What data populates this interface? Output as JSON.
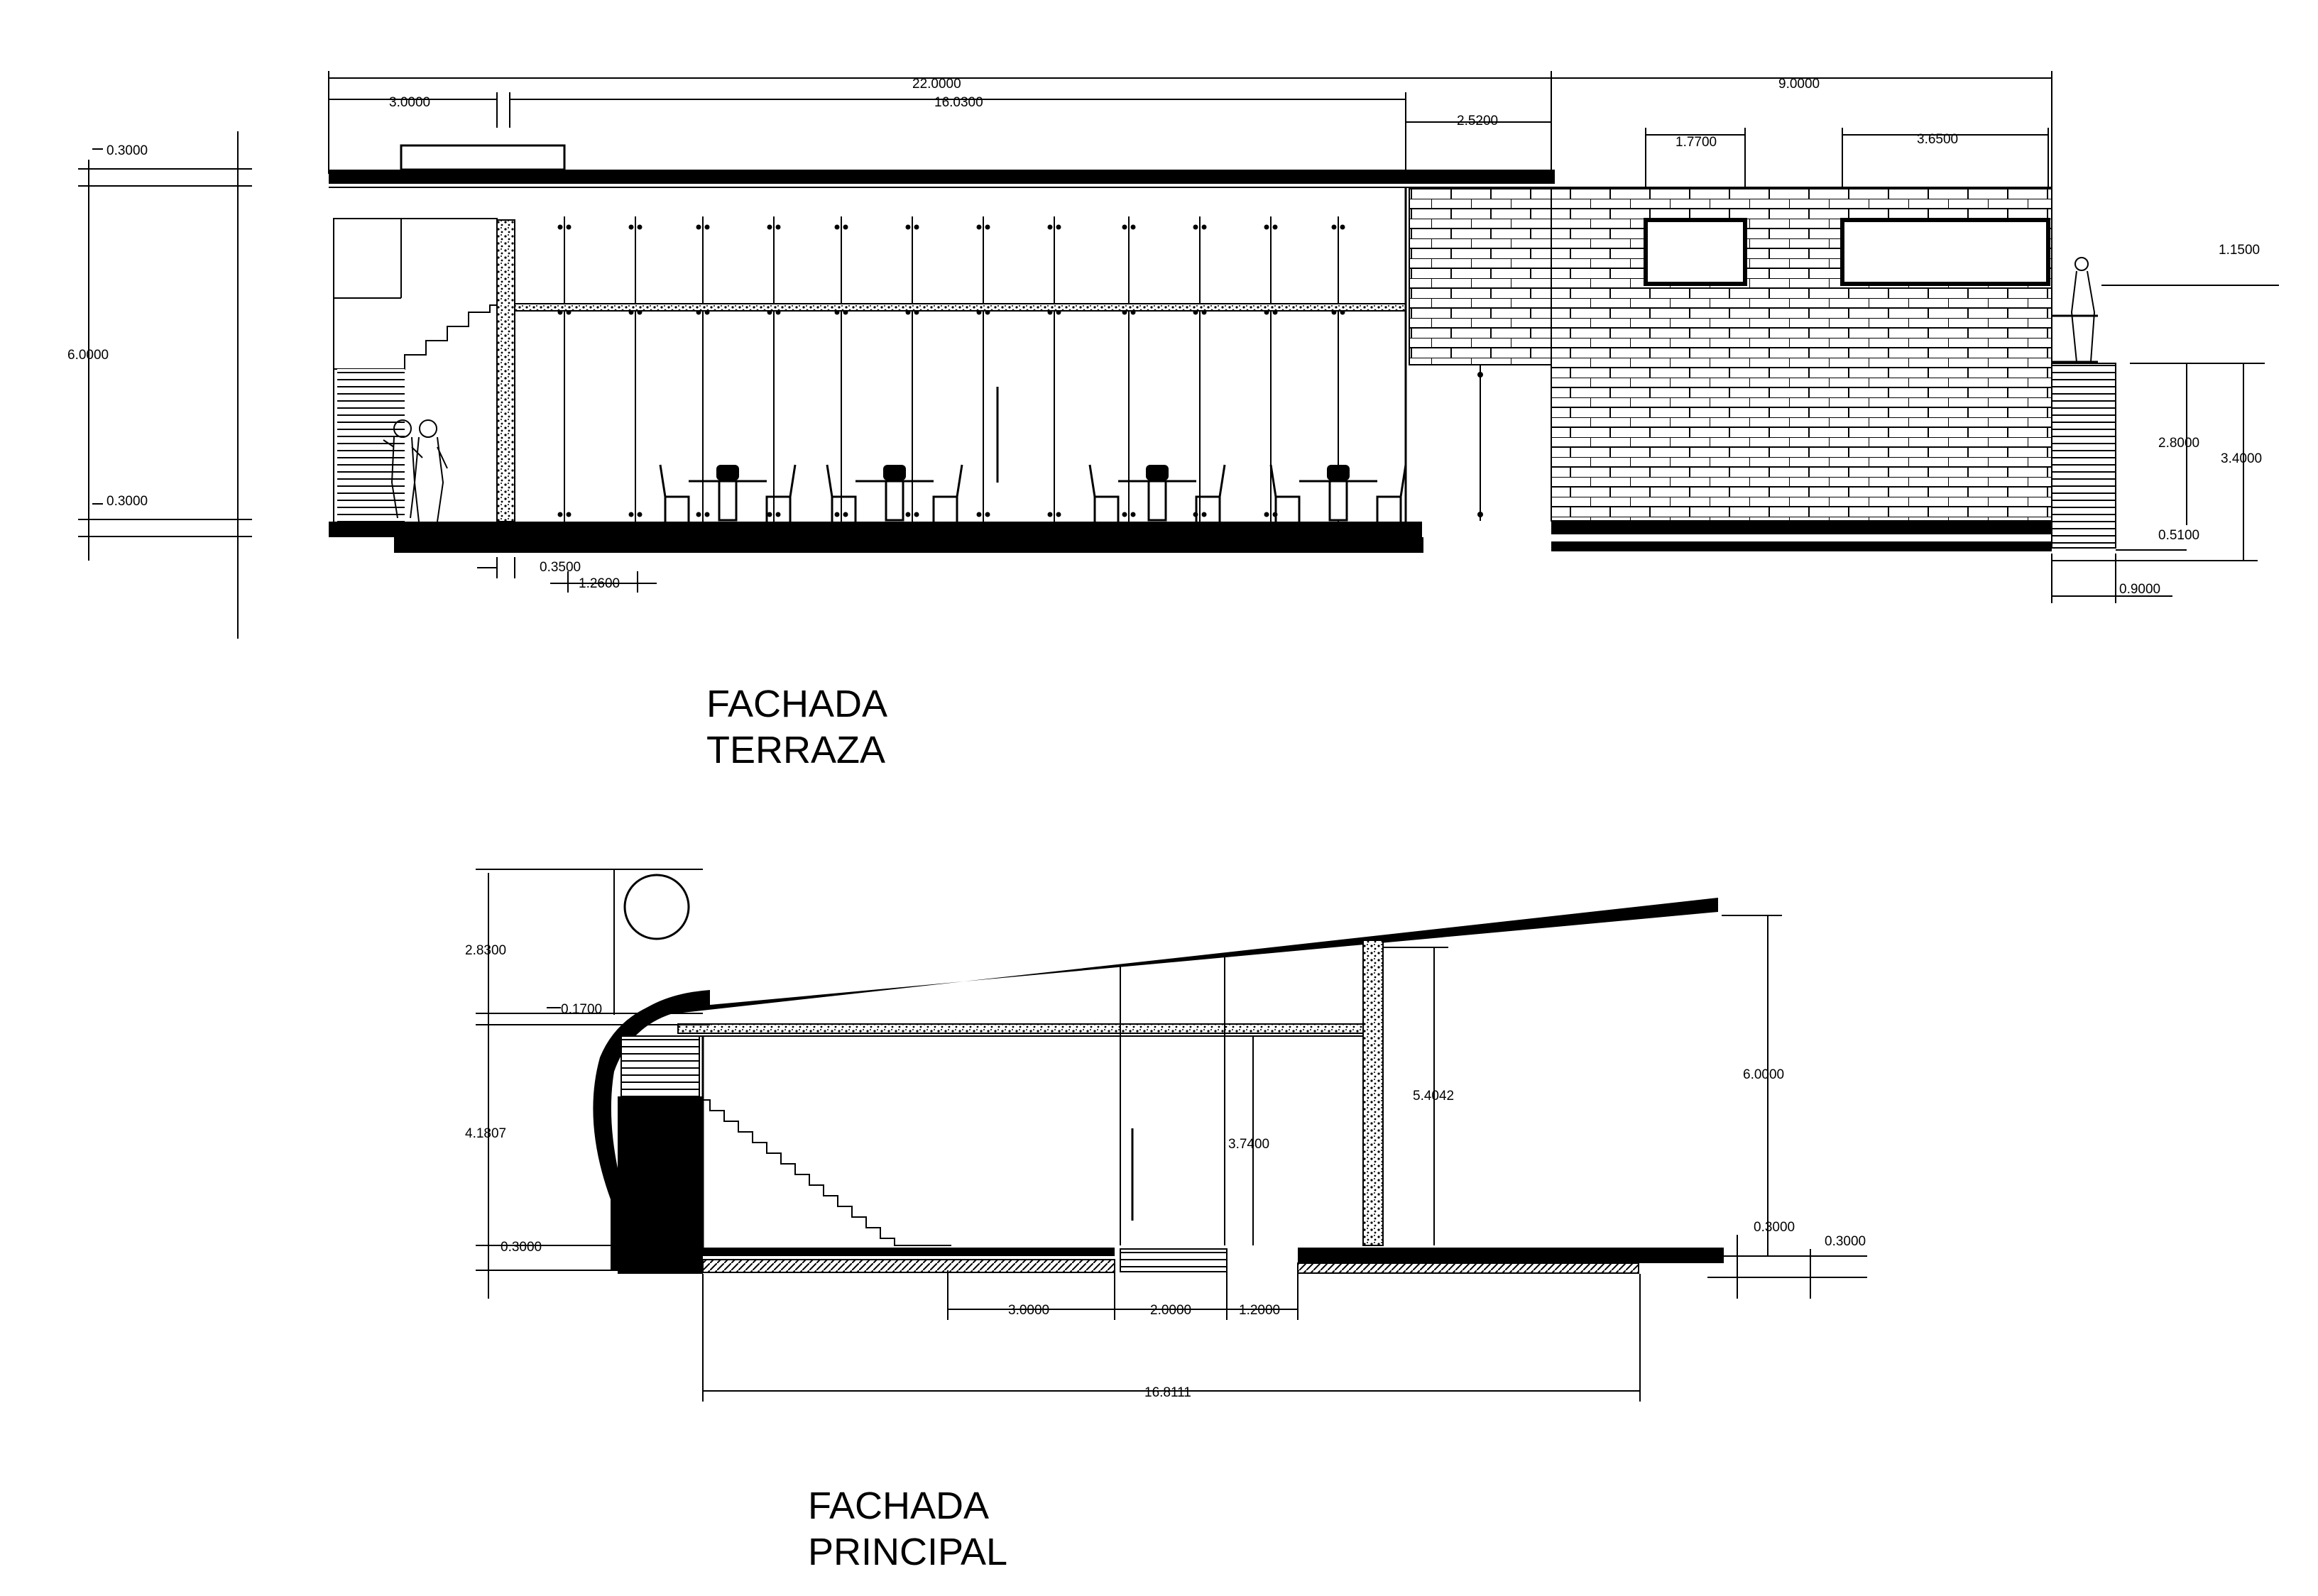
{
  "terraza": {
    "title_line1": "FACHADA",
    "title_line2": "TERRAZA",
    "dims": {
      "total_top": "22.0000",
      "right_top": "9.0000",
      "left_3": "3.0000",
      "mid_16": "16.0300",
      "d_2520": "2.5200",
      "win1": "1.7700",
      "win2": "3.6500",
      "win_h": "1.1500",
      "h_total": "6.0000",
      "slab_top": "0.3000",
      "slab_bot": "0.3000",
      "h_280": "2.8000",
      "h_340": "3.4000",
      "h_051": "0.5100",
      "w_090": "0.9000",
      "w_035": "0.3500",
      "w_126": "1.2600"
    }
  },
  "principal": {
    "title_line1": "FACHADA",
    "title_line2": "PRINCIPAL",
    "dims": {
      "h_283": "2.8300",
      "h_017": "0.1700",
      "h_41807": "4.1807",
      "h_03_left": "0.3000",
      "h_374": "3.7400",
      "h_54042": "5.4042",
      "h_600": "6.0000",
      "h_03_r1": "0.3000",
      "h_03_r2": "0.3000",
      "w_300": "3.0000",
      "w_200": "2.0000",
      "w_120": "1.2000",
      "w_168111": "16.8111"
    }
  }
}
